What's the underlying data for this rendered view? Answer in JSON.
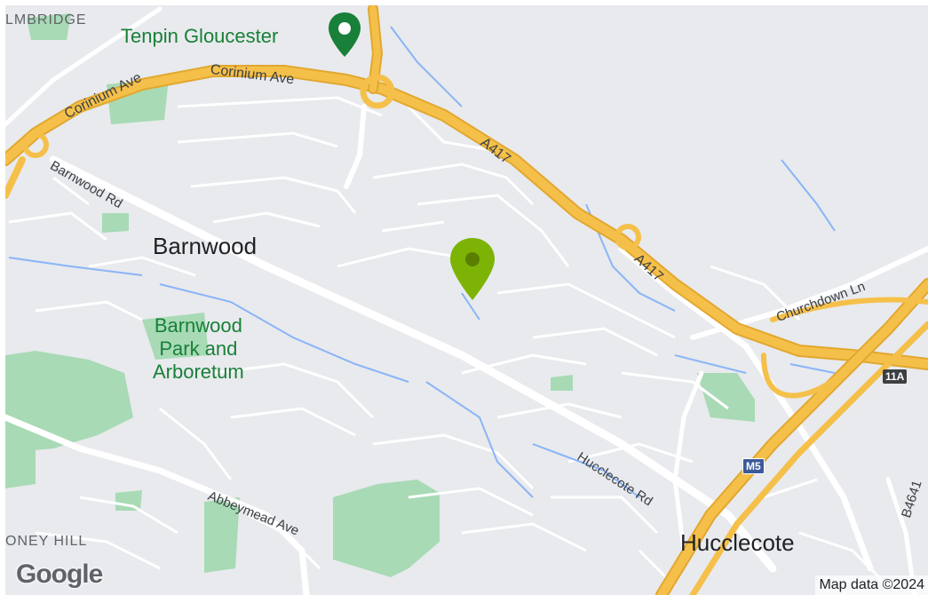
{
  "map": {
    "districts": [
      "LMBRIDGE",
      "ONEY HILL"
    ],
    "towns": [
      "Barnwood",
      "Hucclecote"
    ],
    "park_lines": [
      "Barnwood",
      "Park and",
      "Arboretum"
    ],
    "poi": {
      "label": "Tenpin Gloucester",
      "icon": "pin-icon",
      "color": "#188038"
    },
    "roads": {
      "corinium_1": "Corinium Ave",
      "corinium_2": "Corinium Ave",
      "barnwood_rd": "Barnwood Rd",
      "a417_1": "A417",
      "a417_2": "A417",
      "churchdown": "Churchdown Ln",
      "hucclecote_rd": "Hucclecote Rd",
      "abbeymead": "Abbeymead Ave",
      "b4641": "B4641"
    },
    "shields": {
      "m5": "M5",
      "j11a": "11A"
    },
    "marker": {
      "icon": "location-marker-icon",
      "color": "#7cb304"
    },
    "copyright": "Map data ©2024",
    "logo": "Google",
    "colors": {
      "background": "#e8eaed",
      "motorway": "#f5c04a",
      "park": "#a8dab5",
      "water": "#8ab4f8"
    }
  }
}
